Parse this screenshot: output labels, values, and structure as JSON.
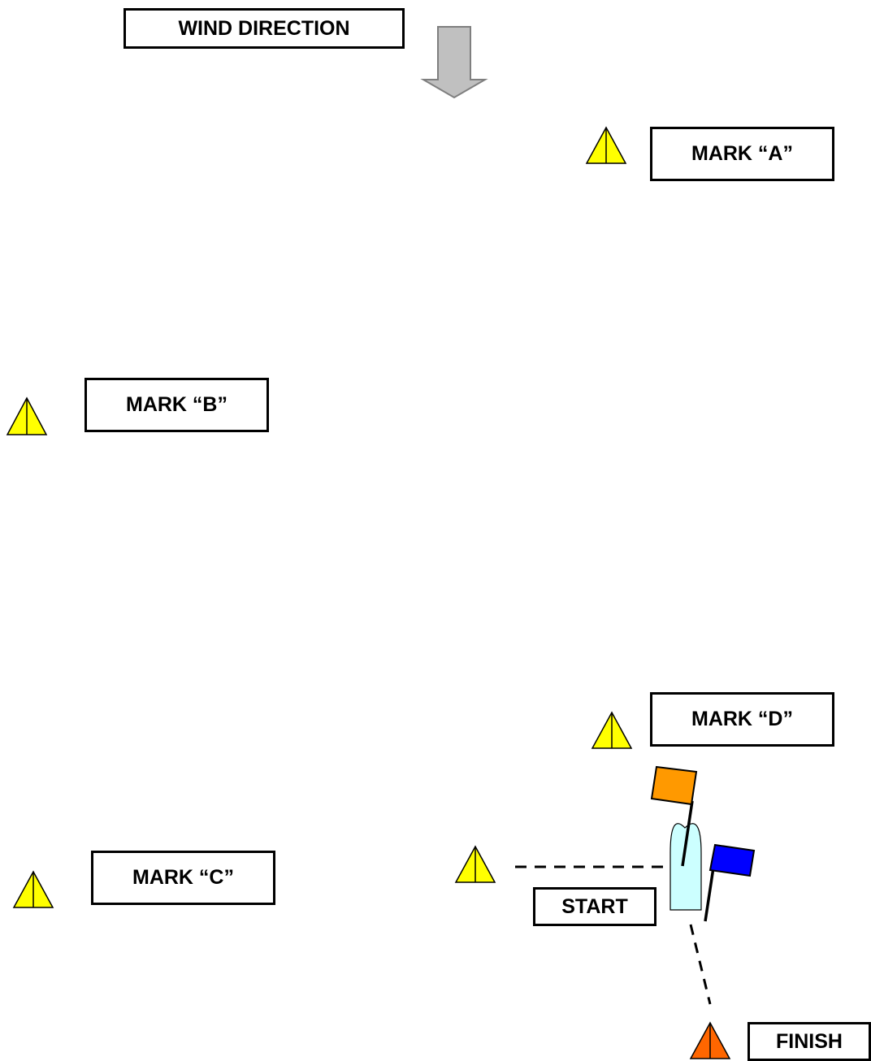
{
  "labels": {
    "wind": "WIND DIRECTION",
    "mark_a": "MARK “A”",
    "mark_b": "MARK “B”",
    "mark_c": "MARK “C”",
    "mark_d": "MARK “D”",
    "start": "START",
    "finish": "FINISH"
  },
  "colors": {
    "mark_buoy": "#ffff00",
    "finish_buoy": "#ff6600",
    "wind_arrow": "#c0c0c0",
    "boat": "#ccffff",
    "orange_flag": "#ff9900",
    "blue_flag": "#0000ff"
  },
  "icons": {
    "wind_arrow": "down-arrow-icon",
    "buoy": "triangle-buoy-icon",
    "committee_boat": "boat-icon",
    "flag": "flag-icon"
  }
}
